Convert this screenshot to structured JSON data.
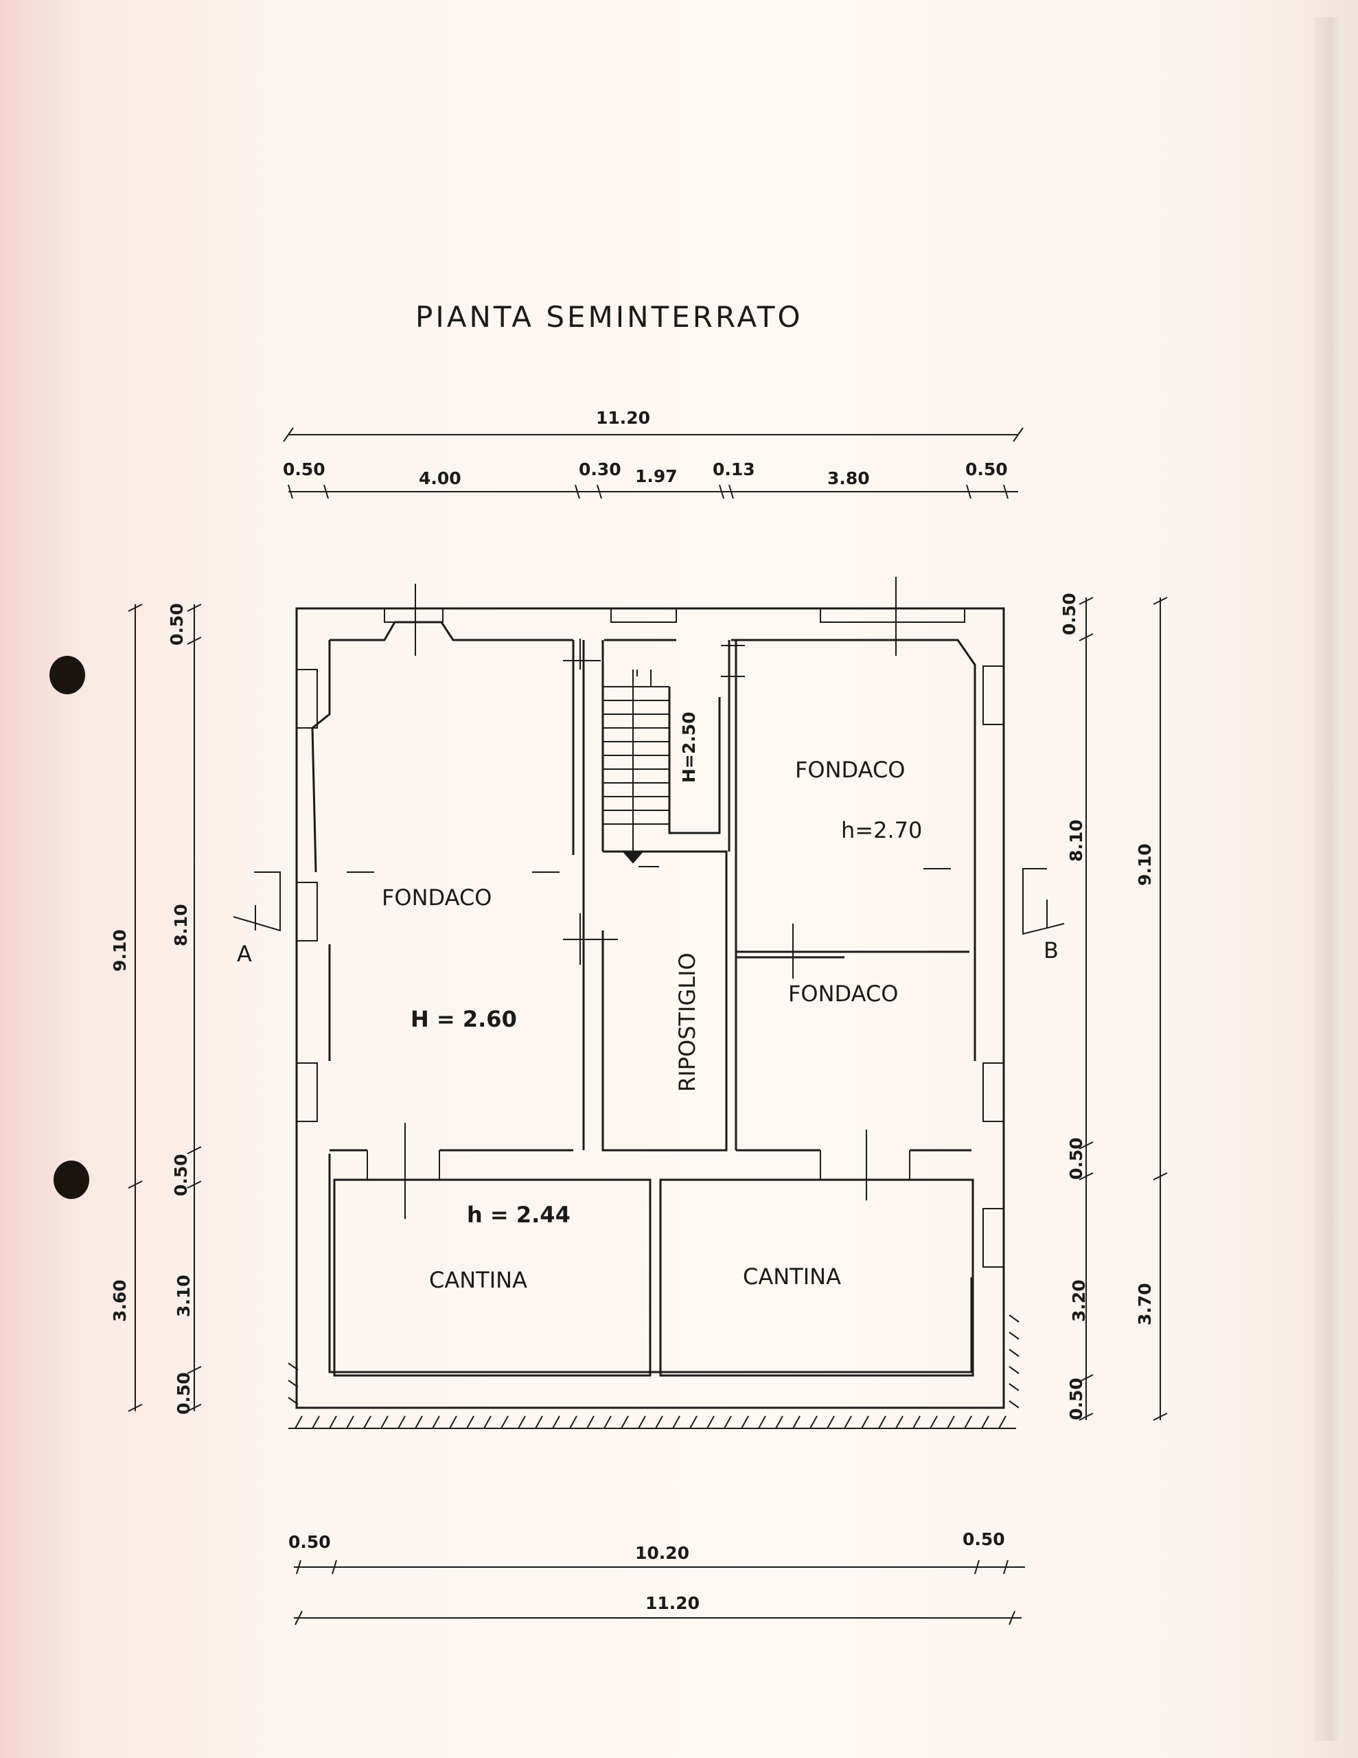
{
  "title": "PIANTA SEMINTERRATO",
  "dimensions": {
    "top_total": "11.20",
    "top_segments": [
      "0.50",
      "4.00",
      "0.30",
      "1.97",
      "0.13",
      "3.80",
      "0.50"
    ],
    "bottom_segments": [
      "0.50",
      "10.20",
      "0.50"
    ],
    "bottom_total": "11.20",
    "left_outer": [
      "9.10",
      "3.60"
    ],
    "left_inner": [
      "0.50",
      "8.10",
      "0.50",
      "3.10",
      "0.50"
    ],
    "right_inner": [
      "0.50",
      "8.10",
      "0.50",
      "3.20",
      "0.50"
    ],
    "right_outer": [
      "9.10",
      "3.70"
    ]
  },
  "rooms": {
    "fondaco_left": "FONDACO",
    "fondaco_left_height": "H = 2.60",
    "stair_height": "H=2.50",
    "ripostiglio": "RIPOSTIGLIO",
    "fondaco_right_top": "FONDACO",
    "fondaco_right_top_height": "h=2.70",
    "fondaco_right_bottom": "FONDACO",
    "cantina_left": "CANTINA",
    "cantina_right": "CANTINA",
    "cantina_height": "h = 2.44"
  },
  "sections": {
    "a": "A",
    "b": "B"
  }
}
